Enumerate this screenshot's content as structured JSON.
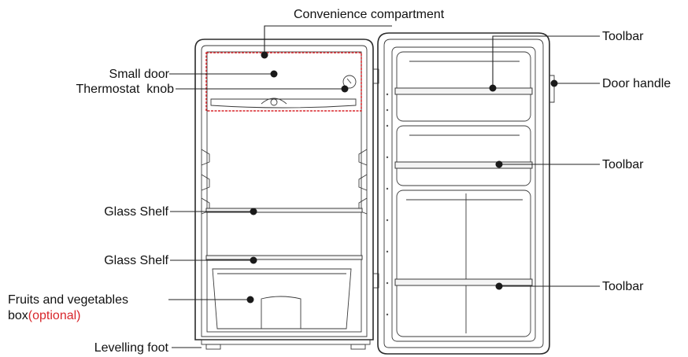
{
  "labels": {
    "convenience_compartment": "Convenience compartment",
    "small_door": "Small door",
    "thermostat_knob": "Thermostat  knob",
    "glass_shelf_1": "Glass Shelf",
    "glass_shelf_2": "Glass Shelf",
    "fruits_box_line1": "Fruits and vegetables",
    "fruits_box_line2": "box",
    "fruits_box_optional": "(optional)",
    "levelling_foot": "Levelling foot",
    "toolbar_1": "Toolbar",
    "door_handle": "Door handle",
    "toolbar_2": "Toolbar",
    "toolbar_3": "Toolbar"
  },
  "colors": {
    "compartment_outline": "#d8262b",
    "optional_text": "#d8262b"
  }
}
